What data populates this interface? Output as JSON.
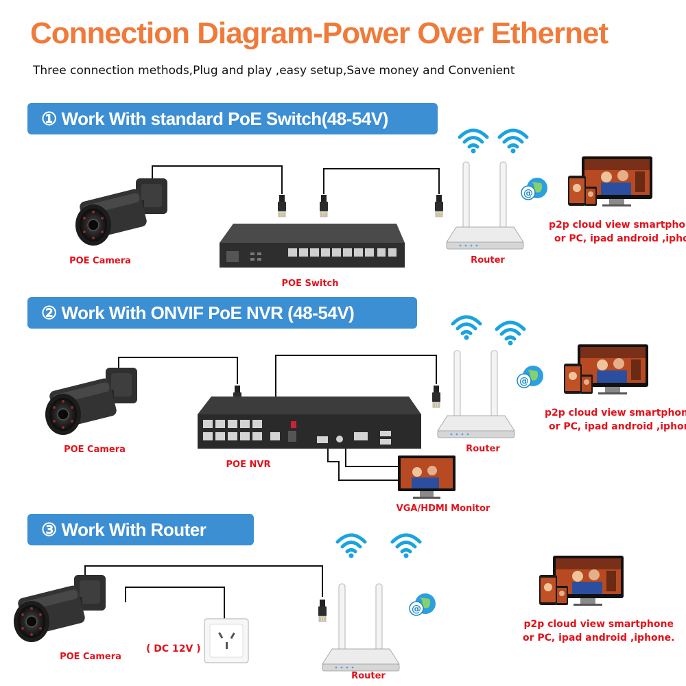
{
  "header": {
    "title": "Connection Diagram-Power Over Ethernet",
    "subtitle": "Three connection methods,Plug and play ,easy setup,Save money and Convenient"
  },
  "sections": [
    {
      "heading": "① Work With standard PoE Switch(48-54V)"
    },
    {
      "heading": "② Work With ONVIF PoE NVR (48-54V)"
    },
    {
      "heading": "③ Work With Router"
    }
  ],
  "labels": {
    "poe_camera": "POE Camera",
    "poe_switch": "POE Switch",
    "poe_nvr": "POE NVR",
    "router": "Router",
    "monitor": "VGA/HDMI Monitor",
    "dc": "( DC 12V )",
    "p2p_line1": "p2p cloud  view smartphone",
    "p2p_line2": "or PC, ipad android ,iphone",
    "p2p_line2_s3": "or PC, ipad android ,iphone."
  },
  "colors": {
    "title": "#f07a3a",
    "banner": "#3d8fd4",
    "label": "#e3121b",
    "wifi": "#1aa3e0"
  },
  "icons": [
    "wifi-icon",
    "internet-globe-icon",
    "monitor-icon",
    "smartphone-icon",
    "tablet-icon",
    "power-outlet-icon",
    "rj45-plug-icon"
  ]
}
